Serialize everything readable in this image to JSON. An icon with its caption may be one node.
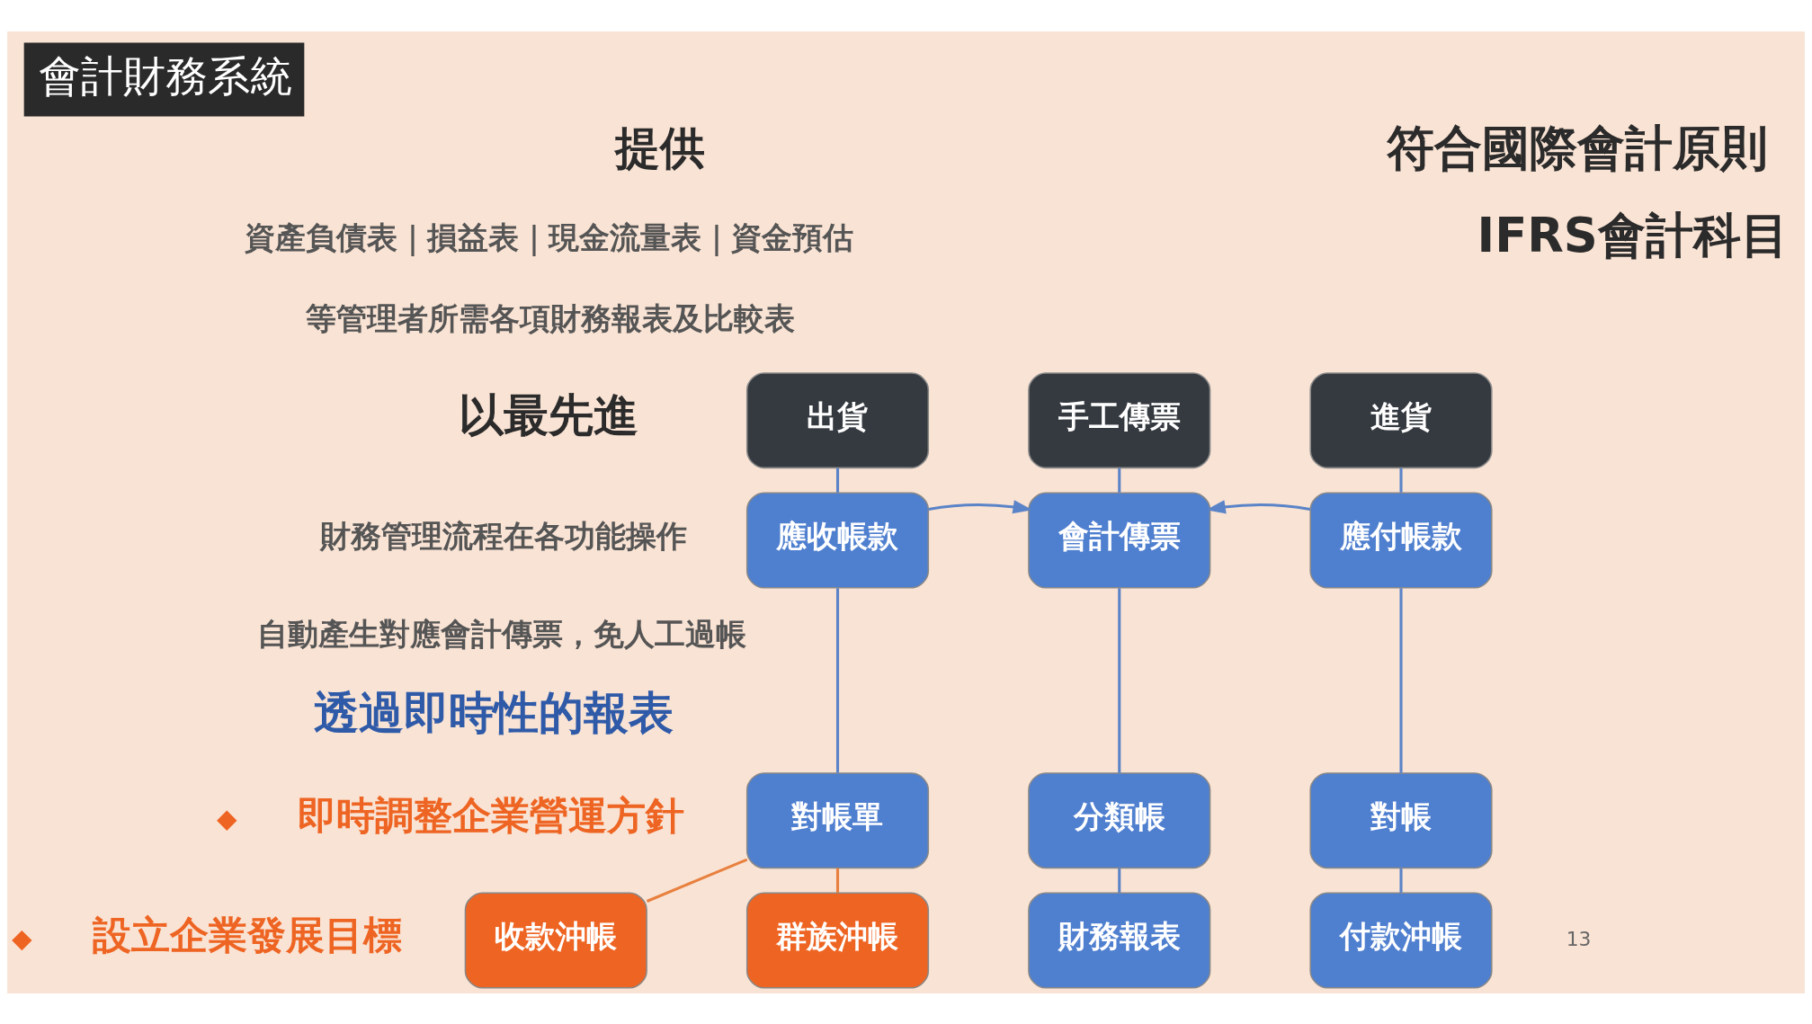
{
  "diagram": {
    "title": "會計財務系統",
    "nodes": [
      {
        "text": [
          "出貨"
        ]
      },
      {
        "text": [
          "應收帳款"
        ]
      },
      {
        "text": [
          "對帳單"
        ]
      },
      {
        "text": [
          "收款沖帳"
        ]
      },
      {
        "text": [
          "群族沖帳"
        ]
      },
      {
        "text": [
          "手工傳票"
        ]
      },
      {
        "text": [
          "會計傳票"
        ]
      },
      {
        "text": [
          "分類帳"
        ]
      },
      {
        "text": [
          "財務報表"
        ]
      },
      {
        "text": [
          "進貨"
        ]
      },
      {
        "text": [
          "應付帳款"
        ]
      },
      {
        "text": [
          "對帳"
        ]
      },
      {
        "text": [
          "付款沖帳"
        ]
      }
    ],
    "edges": [
      {
        "from": 0,
        "to": 1,
        "arrow": "none"
      },
      {
        "from": 1,
        "to": 2,
        "arrow": "none"
      },
      {
        "from": 2,
        "to": 3,
        "arrow": "none",
        "color": "#e8803f"
      },
      {
        "from": 2,
        "to": 4,
        "arrow": "none",
        "color": "#e8803f"
      },
      {
        "from": 1,
        "to": 6,
        "arrow": "to"
      },
      {
        "from": 10,
        "to": 6,
        "arrow": "to"
      },
      {
        "from": 5,
        "to": 6,
        "arrow": "none"
      },
      {
        "from": 6,
        "to": 7,
        "arrow": "none"
      },
      {
        "from": 7,
        "to": 8,
        "arrow": "none"
      },
      {
        "from": 9,
        "to": 10,
        "arrow": "none"
      },
      {
        "from": 10,
        "to": 11,
        "arrow": "none"
      },
      {
        "from": 11,
        "to": 12,
        "arrow": "none"
      }
    ],
    "labels": [
      "符合國際會計原則",
      "IFRS會計科目",
      "提供",
      "資產負債表｜損益表｜現金流量表｜資金預估",
      "等管理者所需各項財務報表及比較表",
      "以最先進",
      "財務管理流程在各功能操作",
      "自動產生對應會計傳票，免人工過帳",
      "透過即時性的報表",
      "即時調整企業營運方針",
      "設立企業發展目標",
      "13"
    ]
  }
}
